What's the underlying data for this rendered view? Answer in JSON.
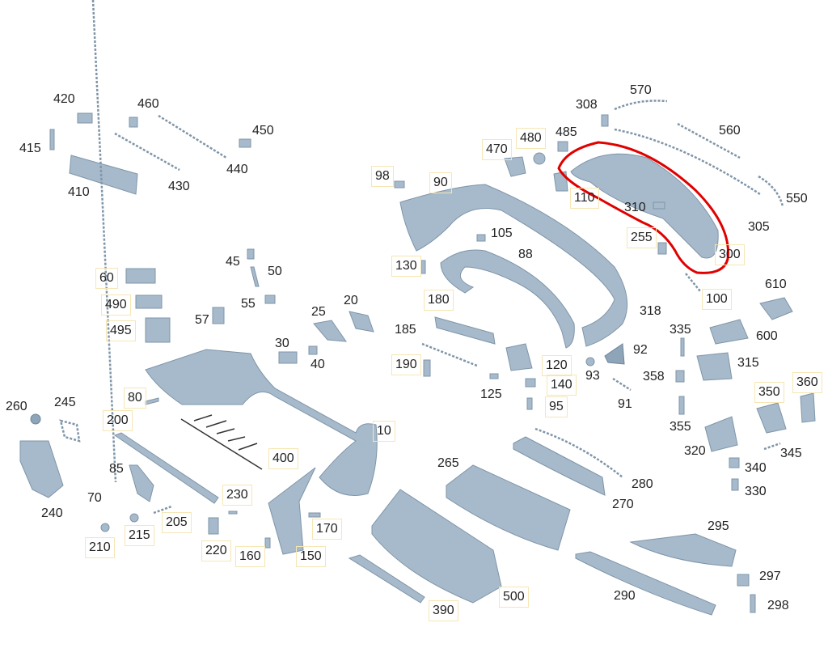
{
  "diagram": {
    "highlight_color": "#e00000",
    "part_color": "#a6bacb",
    "highlighted_part": "310",
    "callouts": [
      "420",
      "460",
      "415",
      "450",
      "440",
      "410",
      "430",
      "570",
      "308",
      "560",
      "485",
      "470",
      "480",
      "98",
      "90",
      "110",
      "310",
      "550",
      "305",
      "105",
      "255",
      "300",
      "45",
      "50",
      "130",
      "88",
      "610",
      "60",
      "180",
      "100",
      "55",
      "25",
      "20",
      "490",
      "318",
      "57",
      "495",
      "185",
      "335",
      "600",
      "30",
      "92",
      "315",
      "40",
      "190",
      "120",
      "93",
      "358",
      "140",
      "125",
      "80",
      "91",
      "350",
      "360",
      "260",
      "245",
      "95",
      "200",
      "10",
      "355",
      "320",
      "345",
      "265",
      "400",
      "85",
      "340",
      "280",
      "70",
      "230",
      "330",
      "270",
      "205",
      "240",
      "215",
      "170",
      "295",
      "210",
      "220",
      "160",
      "150",
      "297",
      "500",
      "290",
      "298",
      "390"
    ]
  }
}
